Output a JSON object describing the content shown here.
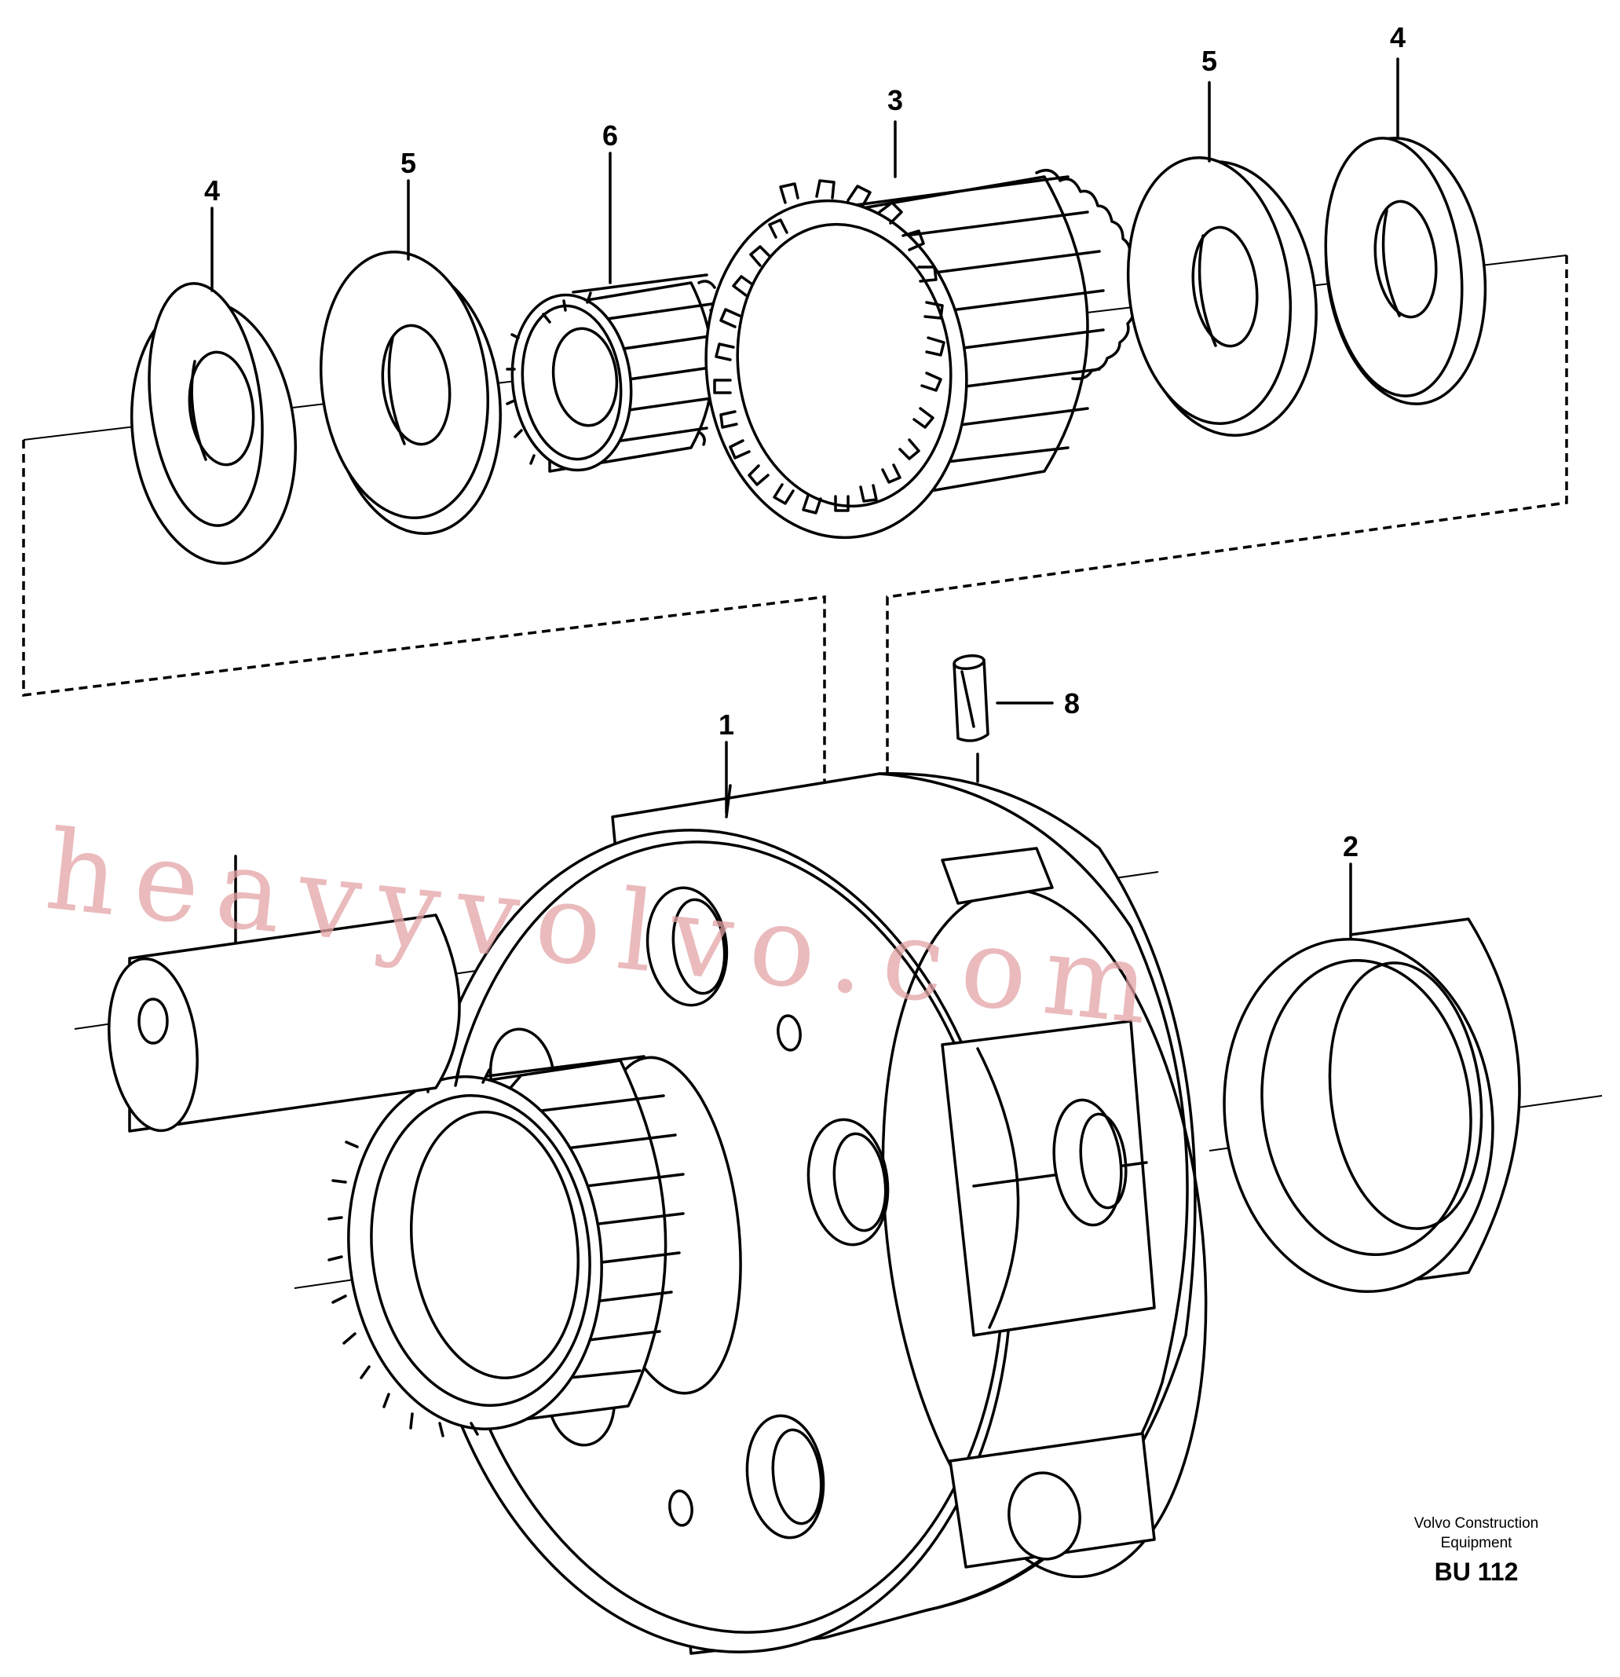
{
  "callouts": [
    "1",
    "2",
    "3",
    "4",
    "4",
    "5",
    "5",
    "6",
    "8"
  ],
  "watermark": "heavyvolvo.com",
  "footer": {
    "company_line1": "Volvo Construction",
    "company_line2": "Equipment",
    "code": "BU 112"
  },
  "colors": {
    "line": "#000000",
    "background": "#ffffff",
    "watermark": "#e3a3a6"
  }
}
